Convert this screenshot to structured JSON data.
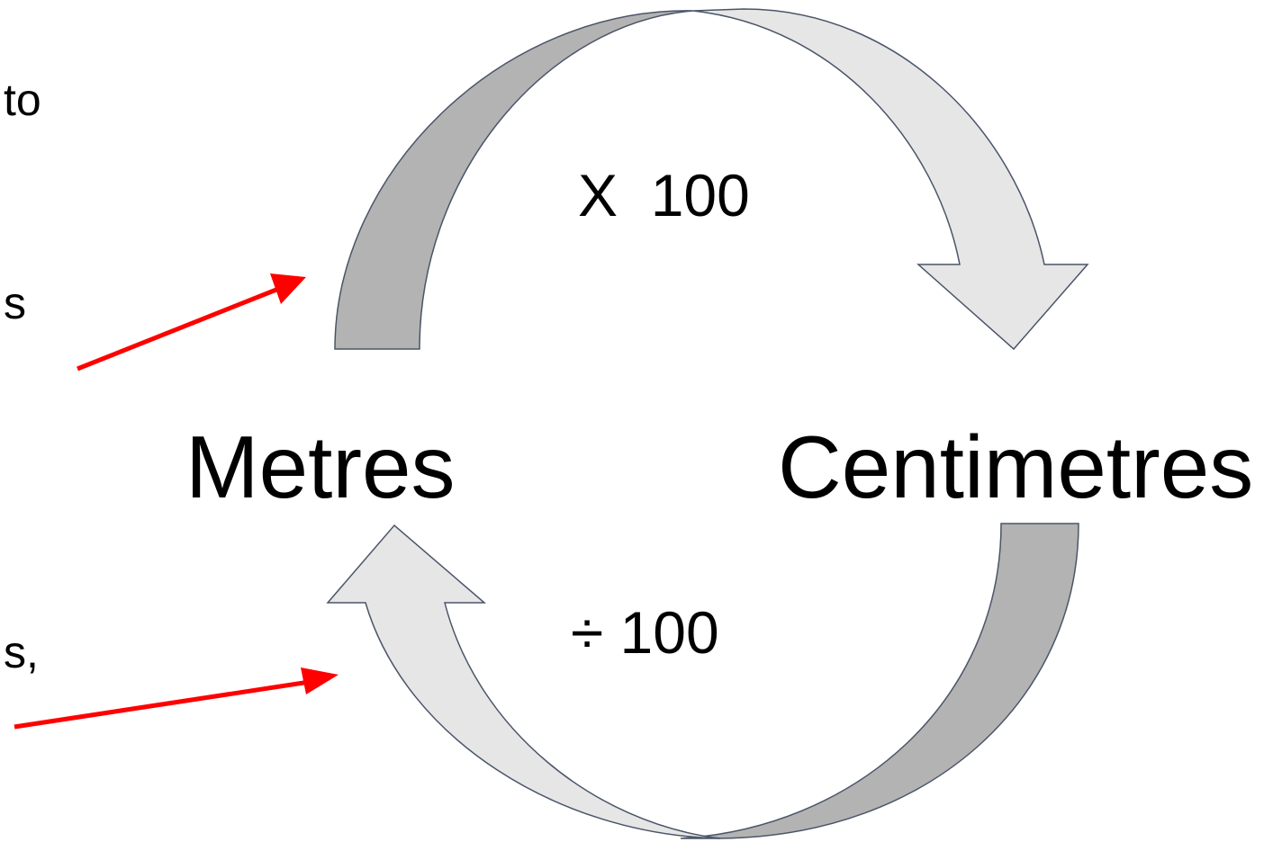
{
  "side_text": {
    "fragment_1": "to",
    "fragment_2": "s",
    "fragment_3": "s,"
  },
  "units": {
    "left": "Metres",
    "right": "Centimetres"
  },
  "operations": {
    "metres_to_centimetres": "X  100",
    "centimetres_to_metres": "÷ 100"
  },
  "colors": {
    "arrow_dark": "#b3b3b3",
    "arrow_light": "#e6e6e6",
    "arrow_outline": "#4a5568",
    "pointer_arrow": "#ff0000",
    "text": "#000000"
  },
  "icons": {
    "top_arrow": "curved-arrow-right-icon",
    "bottom_arrow": "curved-arrow-left-icon",
    "pointer_1": "red-pointer-arrow-icon",
    "pointer_2": "red-pointer-arrow-icon"
  }
}
